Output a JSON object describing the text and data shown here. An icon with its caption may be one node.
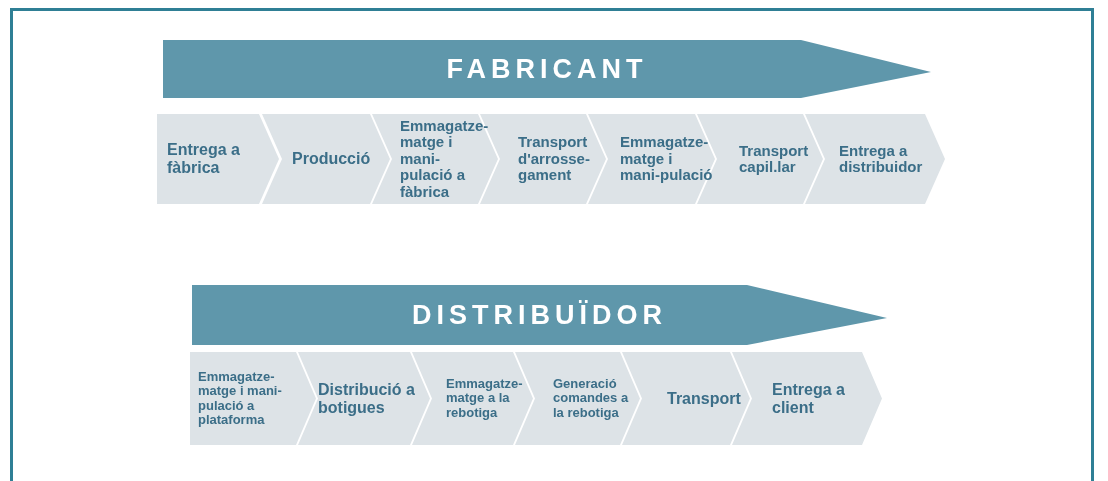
{
  "diagram": {
    "nodes": [
      {
        "text": [
          "FABRICANT"
        ]
      },
      {
        "text": [
          "Entrega a fàbrica"
        ]
      },
      {
        "text": [
          "Producció"
        ]
      },
      {
        "text": [
          "Emmagatze-matge i mani-pulació a fàbrica"
        ]
      },
      {
        "text": [
          "Transport d'arrosse-gament"
        ]
      },
      {
        "text": [
          "Emmagatze-matge i mani-pulació"
        ]
      },
      {
        "text": [
          "Transport capil.lar"
        ]
      },
      {
        "text": [
          "Entrega a distribuidor"
        ]
      },
      {
        "text": [
          "DISTRIBUÏDOR"
        ]
      },
      {
        "text": [
          "Emmagatze-matge i mani-pulació a plataforma"
        ]
      },
      {
        "text": [
          "Distribució a botigues"
        ]
      },
      {
        "text": [
          "Emmagatze-matge a la rebotiga"
        ]
      },
      {
        "text": [
          "Generació comandes a la rebotiga"
        ]
      },
      {
        "text": [
          "Transport"
        ]
      },
      {
        "text": [
          "Entrega a client"
        ]
      }
    ]
  }
}
